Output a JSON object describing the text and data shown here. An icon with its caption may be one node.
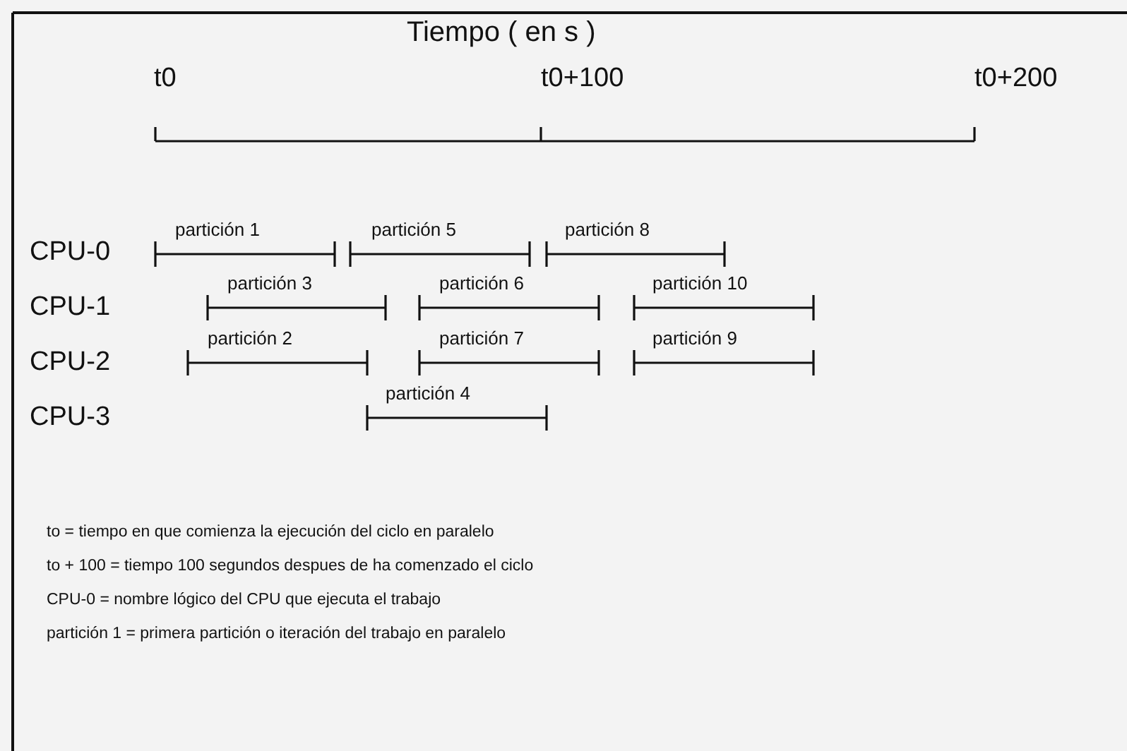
{
  "diagram": {
    "title": "Tiempo ( en s )",
    "labels": [
      "t0",
      "t0+100",
      "t0+200",
      "partición  1",
      "partición  5",
      "partición  8",
      "CPU-0",
      "partición  3",
      "partición  6",
      "partición  10",
      "CPU-1",
      "partición  2",
      "partición  7",
      "partición  9",
      "CPU-2",
      "partición  4",
      "CPU-3",
      "to = tiempo en que comienza la ejecución del ciclo en paralelo",
      "to + 100 = tiempo 100 segundos despues de ha comenzado el ciclo",
      "CPU-0 = nombre lógico del CPU que ejecuta el trabajo",
      "partición 1 = primera partición o iteración del trabajo en paralelo"
    ]
  }
}
